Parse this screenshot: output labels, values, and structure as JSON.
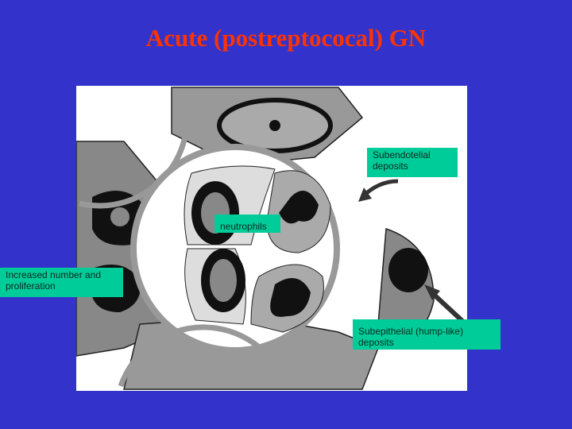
{
  "title": "Acute (postreptococal) GN",
  "colors": {
    "background": "#3333cc",
    "title": "#ff3300",
    "label_bg": "#00cc99"
  },
  "figure": {
    "image": "glomerular-capillary-illustration"
  },
  "labels": {
    "subendothelial": "Subendotelial deposits",
    "neutrophils": "neutrophils",
    "proliferation": "Increased number and proliferation",
    "subepithelial": "Subepithelial (hump-like) deposits"
  }
}
